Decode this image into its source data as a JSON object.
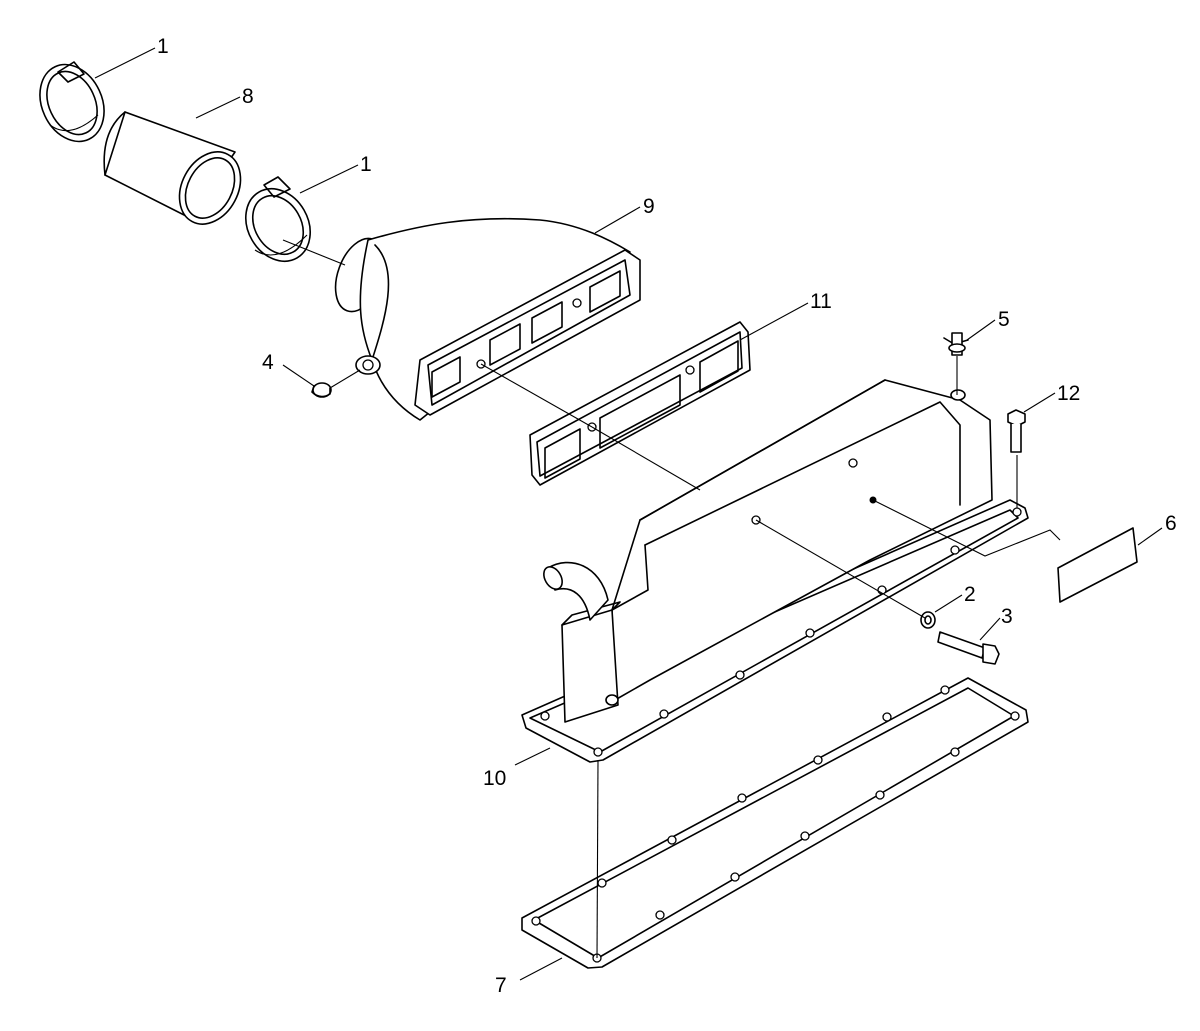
{
  "callouts": {
    "c1a": "1",
    "c8": "8",
    "c1b": "1",
    "c9": "9",
    "c11": "11",
    "c5": "5",
    "c4": "4",
    "c12": "12",
    "c6": "6",
    "c2": "2",
    "c3": "3",
    "c10": "10",
    "c7": "7"
  }
}
